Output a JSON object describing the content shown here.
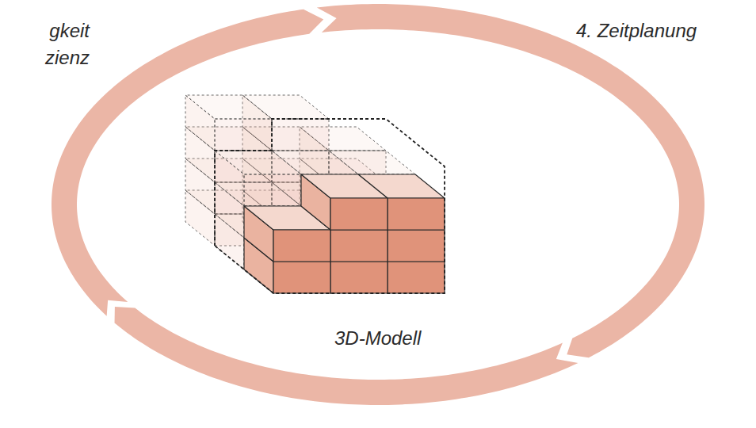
{
  "diagram": {
    "labels": [
      "gkeit zienz",
      "4. Zeitplanung",
      "3D-Modell"
    ]
  }
}
